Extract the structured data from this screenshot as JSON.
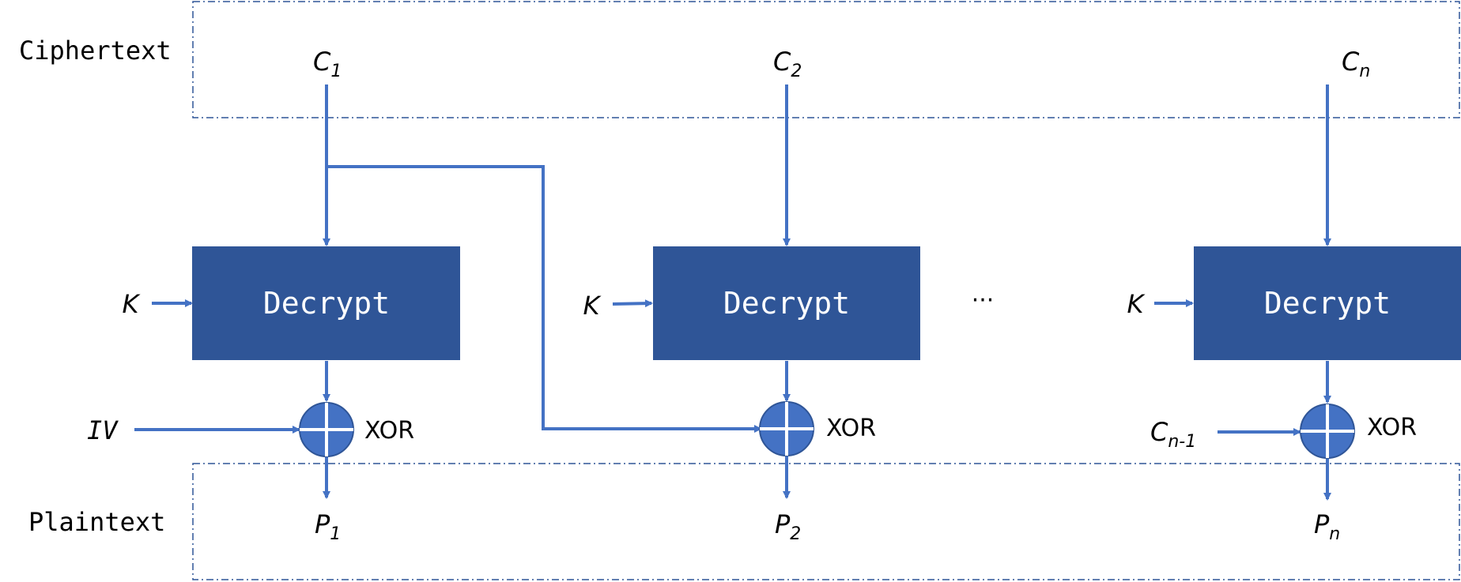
{
  "regions": {
    "ciphertext_label": "Ciphertext",
    "plaintext_label": "Plaintext"
  },
  "stages": [
    {
      "cipher_base": "C",
      "cipher_sub": "1",
      "key": "K",
      "box_label": "Decrypt",
      "xor_label": "XOR",
      "xor_input_base": "IV",
      "xor_input_sub": "",
      "plain_base": "P",
      "plain_sub": "1"
    },
    {
      "cipher_base": "C",
      "cipher_sub": "2",
      "key": "K",
      "box_label": "Decrypt",
      "xor_label": "XOR",
      "xor_input_base": "",
      "xor_input_sub": "",
      "plain_base": "P",
      "plain_sub": "2"
    },
    {
      "cipher_base": "C",
      "cipher_sub": "n",
      "key": "K",
      "box_label": "Decrypt",
      "xor_label": "XOR",
      "xor_input_base": "C",
      "xor_input_sub": "n-1",
      "plain_base": "P",
      "plain_sub": "n"
    }
  ],
  "ellipsis": "···",
  "colors": {
    "box_fill": "#2F5597",
    "arrow": "#4472C4",
    "xor_fill": "#4472C4",
    "region_border": "#2F5597"
  }
}
